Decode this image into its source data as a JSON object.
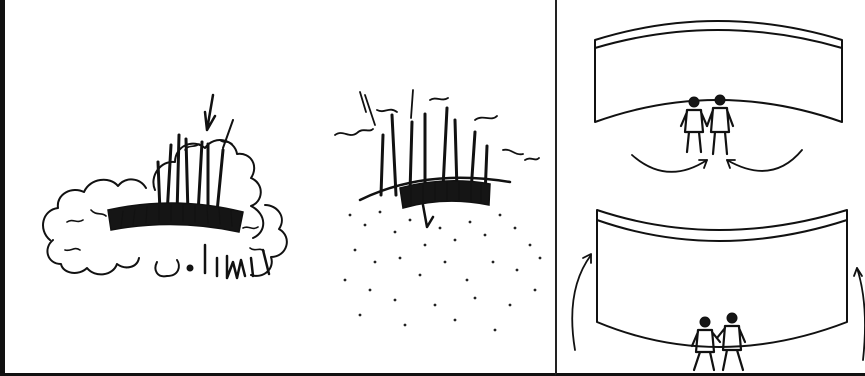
{
  "figure": {
    "left_panel": {
      "sketches": [
        "planting-with-curved-seat-in-clearing",
        "curved-seat-against-planting-edge"
      ]
    },
    "right_panel": {
      "sketches": [
        "concave-wall-enclosing-people",
        "convex-wall-deflecting-people"
      ]
    },
    "colors": {
      "ink": "#111111",
      "paper": "#ffffff"
    }
  }
}
